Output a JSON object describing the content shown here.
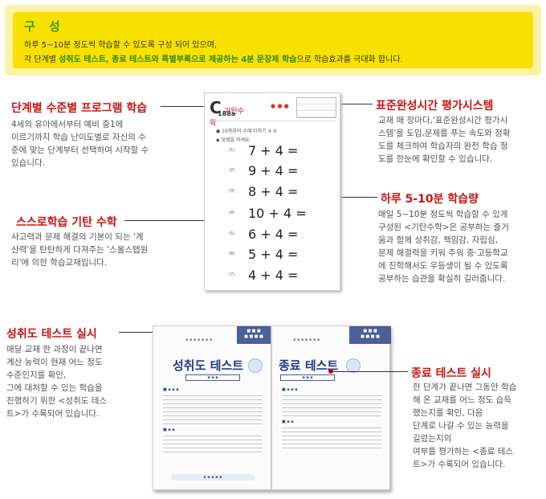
{
  "banner": {
    "title": "구 성",
    "line1": "하루 5~10분 정도씩 학습할 수 있도록 구성 되어 있으며,",
    "line2_pre": "각 단계별 ",
    "line2_hl": "성취도 테스트, 종료 테스트와 특별부록으로 제공하는 4분 문장제 학습",
    "line2_post": "으로 학습효과를 극대화 합니다."
  },
  "sections": {
    "level": {
      "title": "단계별 수준별 프로그램 학습",
      "body": [
        "4세의 유아에서부터 예비 중1에",
        "이르기까지 학습 난이도별로 자신의 수",
        "준에 맞는 단계부터 선택하여 시작할 수",
        "있습니다."
      ]
    },
    "self": {
      "title": "스스로학습 기탄 수학",
      "body": [
        "사고력과 문제 해결의 기본이 되는 '계",
        "산력'을 탄탄하게 다져주는 '스몰스텝원",
        "리'에 의한 학습교재입니다."
      ]
    },
    "standard": {
      "title": "표준완성시간 평가시스템",
      "body": [
        "교재 매 장마다,'표준완성시간 평가시",
        "스템'을 도입,문제를 푸는 속도와 정확",
        "도를 체크하여 학습자의 완전 학습 정",
        "도를 한눈에 확인할 수 있습니다."
      ]
    },
    "daily": {
      "title": "하루 5-10분 학습량",
      "body": [
        "매일 5~10분 정도씩 학습할 수 있게",
        "구성된 <기탄수학>은 공부하는 즐거",
        "움과 함께 성취감, 책임감, 자립심,",
        "문제 해결력을 키워 주워 중·고등학교",
        "에 진학해서도 우등생이 될 수 있도록",
        "공부하는 습관을 확실히 길러줍니다."
      ]
    },
    "achievement": {
      "title": "성취도 테스트 실시",
      "body": [
        "매달 교재 한 과정이 끝나면",
        "계산 능력이 현재 어느 정도",
        "수준인지를 확인,",
        "그에 대처할 수 있는 학습을",
        "진행하기 위한 <성취도 테스",
        "트>가 수록되어 있습니다."
      ]
    },
    "final": {
      "title": "종료 테스트 실시",
      "body": [
        "한 단계가 끝나면 그동안 학습",
        "해 온 교재를 어느 정도 습득",
        "했는지를 확인, 다음",
        "단계로 나갈 수 있는 능력을",
        "길렀는지의",
        "여부를 평가하는 <종료 테스",
        "트>가 수록되어 있습니다."
      ]
    }
  },
  "worksheet": {
    "logo": "기탄수학",
    "code": "188a",
    "meta1": "● 10까지의 수에 더하기 4 ③",
    "meta2": "◆ 덧셈을 하세요.",
    "problems": [
      {
        "num": "(1)",
        "eq": "7 + 4 ="
      },
      {
        "num": "(2)",
        "eq": "9 + 4 ="
      },
      {
        "num": "(3)",
        "eq": "8 + 4 ="
      },
      {
        "num": "(4)",
        "eq": "10 + 4 ="
      },
      {
        "num": "(5)",
        "eq": "6 + 4 ="
      },
      {
        "num": "(6)",
        "eq": "5 + 4 ="
      },
      {
        "num": "(7)",
        "eq": "4 + 4 ="
      }
    ]
  },
  "booklet": {
    "left_title": "성취도 테스트",
    "right_title": "종료 테스트"
  },
  "colors": {
    "heading": "#c81414",
    "banner_bg": "#f8e100",
    "banner_outer": "#fcf2a6",
    "accent_green": "#3a9a2a",
    "booklet_blue": "#4b5f98"
  }
}
